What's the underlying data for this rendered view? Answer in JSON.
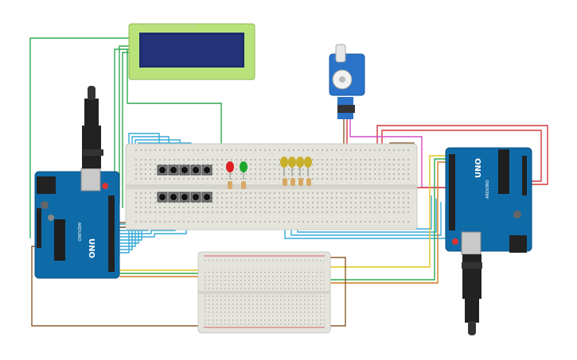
{
  "canvas": {
    "background": "#ffffff"
  },
  "colors": {
    "arduino_board": "#0f6ba8",
    "breadboard": "#e4e4dd",
    "lcd_bezel": "#b9e37a",
    "lcd_screen": "#1d2c6b",
    "servo_body": "#2a73c8",
    "usb_cable": "#222222",
    "wire_green": "#2fa84f",
    "wire_cyan": "#35a9d6",
    "wire_red": "#d1363a",
    "wire_brown": "#8b5a2b",
    "wire_magenta": "#d24ec5",
    "wire_yellow": "#e0c51a",
    "wire_orange": "#d07a1e",
    "led_red": "#e02020",
    "led_green": "#1ea82c",
    "led_yellow": "#c8b02a"
  },
  "components": {
    "arduino_left": {
      "name": "arduino-uno-left",
      "board_label": "UNO",
      "brand_label": "ARDUINO"
    },
    "arduino_right": {
      "name": "arduino-uno-right",
      "board_label": "UNO",
      "brand_label": "ARDUINO"
    },
    "lcd": {
      "name": "lcd-16x2"
    },
    "servo": {
      "name": "micro-servo"
    },
    "pushbuttons": {
      "count": 10
    },
    "leds": [
      "red",
      "green",
      "yellow",
      "yellow",
      "yellow",
      "yellow"
    ]
  }
}
